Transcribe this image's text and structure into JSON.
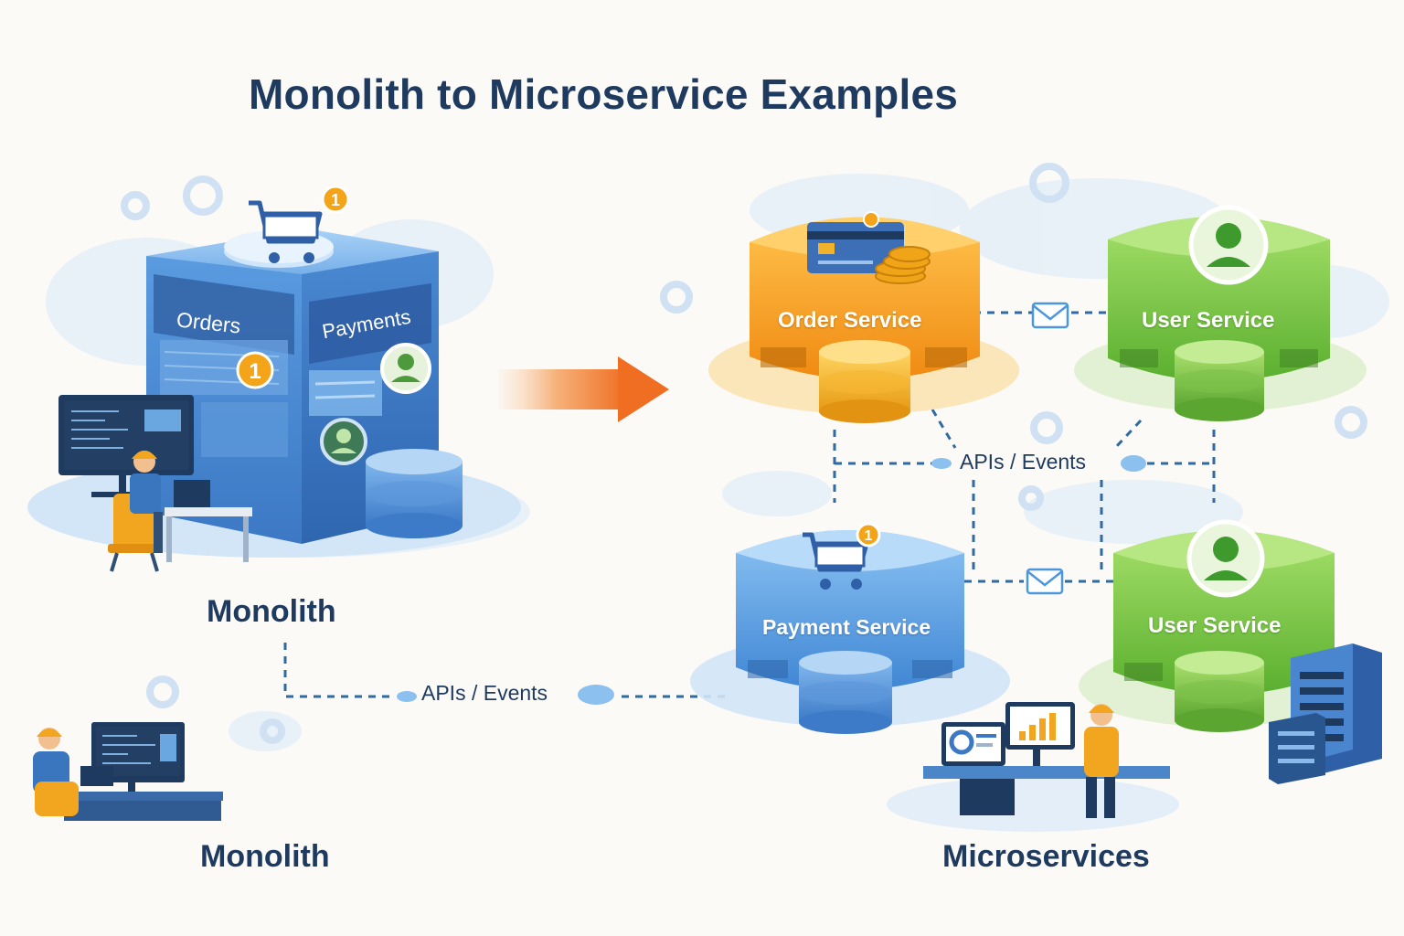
{
  "title": "Monolith to Microservice Examples",
  "monolith": {
    "panels": {
      "left": "Orders",
      "right": "Payments"
    },
    "label_primary": "Monolith",
    "label_secondary": "Monolith",
    "badge": "1"
  },
  "microservices": {
    "label": "Microservices",
    "services": [
      {
        "name": "Order Service",
        "color": "#f29a1f"
      },
      {
        "name": "User Service",
        "color": "#78c447"
      },
      {
        "name": "Payment Service",
        "color": "#4b97de"
      },
      {
        "name": "User Service",
        "color": "#78c447"
      }
    ],
    "connector_label": "APIs / Events"
  },
  "bridge_label": "APIs / Events",
  "colors": {
    "title": "#1f3a5f",
    "arrow": "#f07a2b",
    "monolith": "#4a8fd6",
    "orange": "#f29a1f",
    "green": "#78c447",
    "blue": "#4b97de",
    "connector": "#2f6aa3"
  },
  "icons": [
    "cart-icon",
    "user-icon",
    "envelope-icon",
    "gear-icon",
    "credit-card-icon",
    "coins-icon",
    "database-icon",
    "server-rack-icon",
    "monitor-icon",
    "worker-icon",
    "cloud-icon"
  ]
}
